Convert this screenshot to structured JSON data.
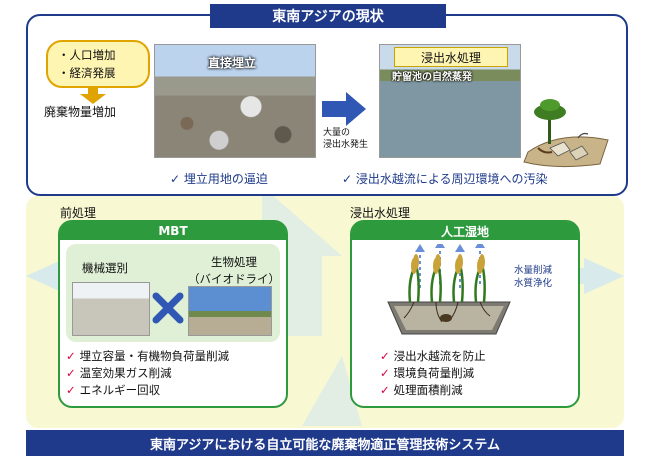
{
  "top": {
    "title": "東南アジアの現状",
    "bubble": {
      "items": [
        "・人口増加",
        "・経済発展"
      ],
      "result": "廃棄物量増加"
    },
    "landfill": {
      "label": "直接埋立"
    },
    "leachate": {
      "label": "浸出水処理",
      "sub": "貯留池の自然蒸発"
    },
    "flow_note": [
      "大量の",
      "浸出水発生"
    ],
    "checks": [
      "✓ 埋立用地の逼迫",
      "✓ 浸出水越流による周辺環境への汚染"
    ]
  },
  "pretreatment": {
    "section_label": "前処理",
    "panel_title": "MBT",
    "mechanical": "機械選別",
    "bio": [
      "生物処理",
      "（バイオドライ）"
    ],
    "effects": [
      "埋立容量・有機物負荷量削減",
      "温室効果ガス削減",
      "エネルギー回収"
    ]
  },
  "leachate_treatment": {
    "section_label": "浸出水処理",
    "panel_title": "人工湿地",
    "notes": [
      "水量削減",
      "水質浄化"
    ],
    "effects": [
      "浸出水越流を防止",
      "環境負荷量削減",
      "処理面積削減"
    ]
  },
  "bottom_banner": "東南アジアにおける自立可能な廃棄物適正管理技術システム",
  "colors": {
    "navy": "#1f3a8a",
    "green": "#2e9a3e",
    "check_red": "#d9003a",
    "bubble_fill": "#fff5b3",
    "bubble_border": "#e0a400",
    "panel_bg": "#f8f8d2"
  },
  "icons": {
    "check": "✓"
  }
}
